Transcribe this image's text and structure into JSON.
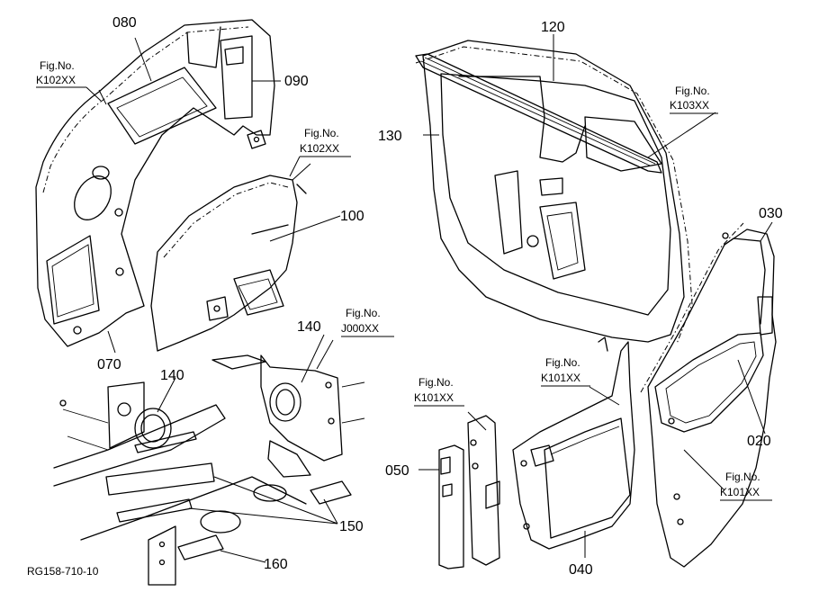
{
  "caption": "RG158-710-10",
  "callouts": {
    "p020": "020",
    "p030": "030",
    "p040": "040",
    "p050": "050",
    "p070": "070",
    "p080": "080",
    "p090": "090",
    "p100": "100",
    "p120": "120",
    "p130": "130",
    "p140a": "140",
    "p140b": "140",
    "p150": "150",
    "p160": "160"
  },
  "figure_refs": {
    "ref1": {
      "label": "Fig.No.",
      "code": "K102XX"
    },
    "ref2": {
      "label": "Fig.No.",
      "code": "K102XX"
    },
    "ref3": {
      "label": "Fig.No.",
      "code": "K103XX"
    },
    "ref4": {
      "label": "Fig.No.",
      "code": "J000XX"
    },
    "ref5": {
      "label": "Fig.No.",
      "code": "K101XX"
    },
    "ref6": {
      "label": "Fig.No.",
      "code": "K101XX"
    },
    "ref7": {
      "label": "Fig.No.",
      "code": "K101XX"
    }
  }
}
